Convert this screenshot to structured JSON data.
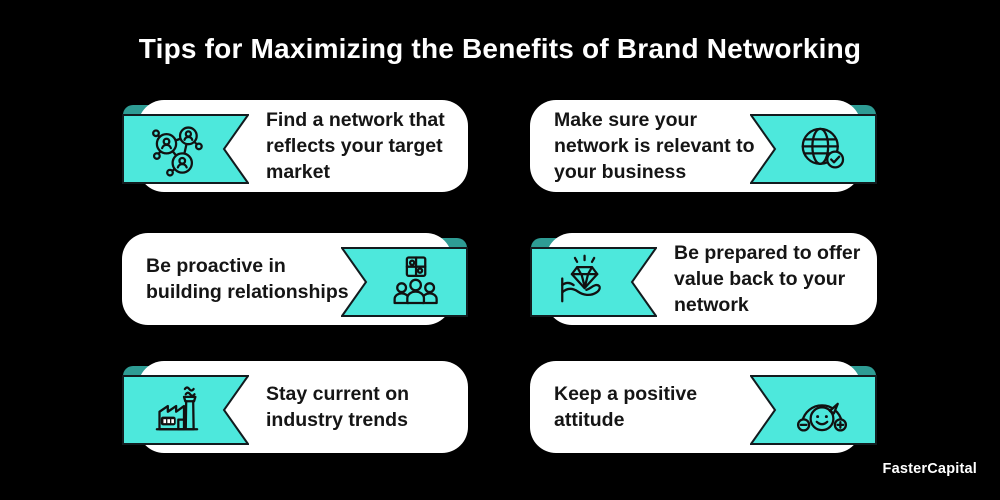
{
  "page": {
    "title": "Tips for Maximizing the Benefits of Brand Networking",
    "brand": "FasterCapital",
    "background": "#000000"
  },
  "colors": {
    "ribbon": "#4DE8DC",
    "ribbon_fold": "#2E9C94",
    "outline": "#121b1e",
    "card_bg": "#ffffff",
    "text": "#151515",
    "title_color": "#ffffff"
  },
  "cards": [
    {
      "text": "Find a network that reflects your target market",
      "lines": [
        "Find a network that",
        "reflects your target",
        "market"
      ],
      "ribbon_side": "left",
      "icon": "network-people-icon"
    },
    {
      "text": "Make sure your network is relevant to your business",
      "lines": [
        "Make sure your",
        "network is relevant to",
        "your business"
      ],
      "ribbon_side": "right",
      "icon": "globe-check-icon"
    },
    {
      "text": "Be proactive in building relationships",
      "lines": [
        "Be proactive in",
        "building relationships"
      ],
      "ribbon_side": "right",
      "icon": "team-puzzle-icon"
    },
    {
      "text": "Be prepared to offer value back to your network",
      "lines": [
        "Be prepared to offer",
        "value back to your",
        "network"
      ],
      "ribbon_side": "left",
      "icon": "hand-diamond-icon"
    },
    {
      "text": "Stay current on industry trends",
      "lines": [
        "Stay current on",
        "industry trends"
      ],
      "ribbon_side": "left",
      "icon": "factory-icon"
    },
    {
      "text": "Keep a positive attitude",
      "lines": [
        "Keep a positive",
        "attitude"
      ],
      "ribbon_side": "right",
      "icon": "attitude-gauge-icon"
    }
  ]
}
